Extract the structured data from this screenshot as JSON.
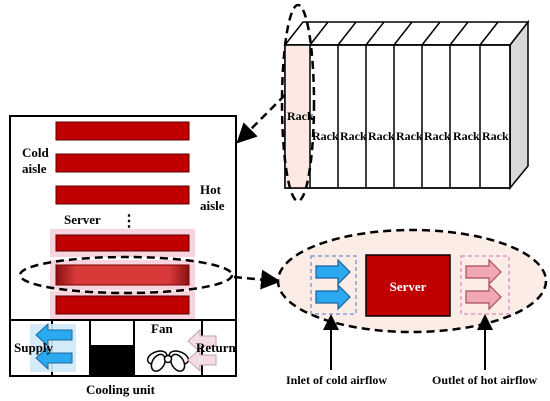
{
  "left_panel": {
    "cold_aisle_line1": "Cold",
    "cold_aisle_line2": "aisle",
    "hot_aisle_line1": "Hot",
    "hot_aisle_line2": "aisle",
    "server_label": "Server",
    "ellipsis": "⋮"
  },
  "cooling_unit": {
    "supply_label": "Supply",
    "fan_label": "Fan",
    "return_label": "Return",
    "caption": "Cooling unit"
  },
  "rack_array": {
    "front_rack_label": "Rack",
    "rack_labels": [
      "Rack",
      "Rack",
      "Rack",
      "Rack",
      "Rack",
      "Rack",
      "Rack"
    ]
  },
  "server_detail": {
    "server_label": "Server",
    "inlet_label": "Inlet of cold airflow",
    "outlet_label": "Outlet of hot airflow"
  },
  "colors": {
    "server_red": "#c00000",
    "cold_arrow": "#2aa9f0",
    "hot_arrow": "#f2a7b5",
    "zoom_fill": "#fbece6",
    "rack_side": "#d9d9d9"
  }
}
